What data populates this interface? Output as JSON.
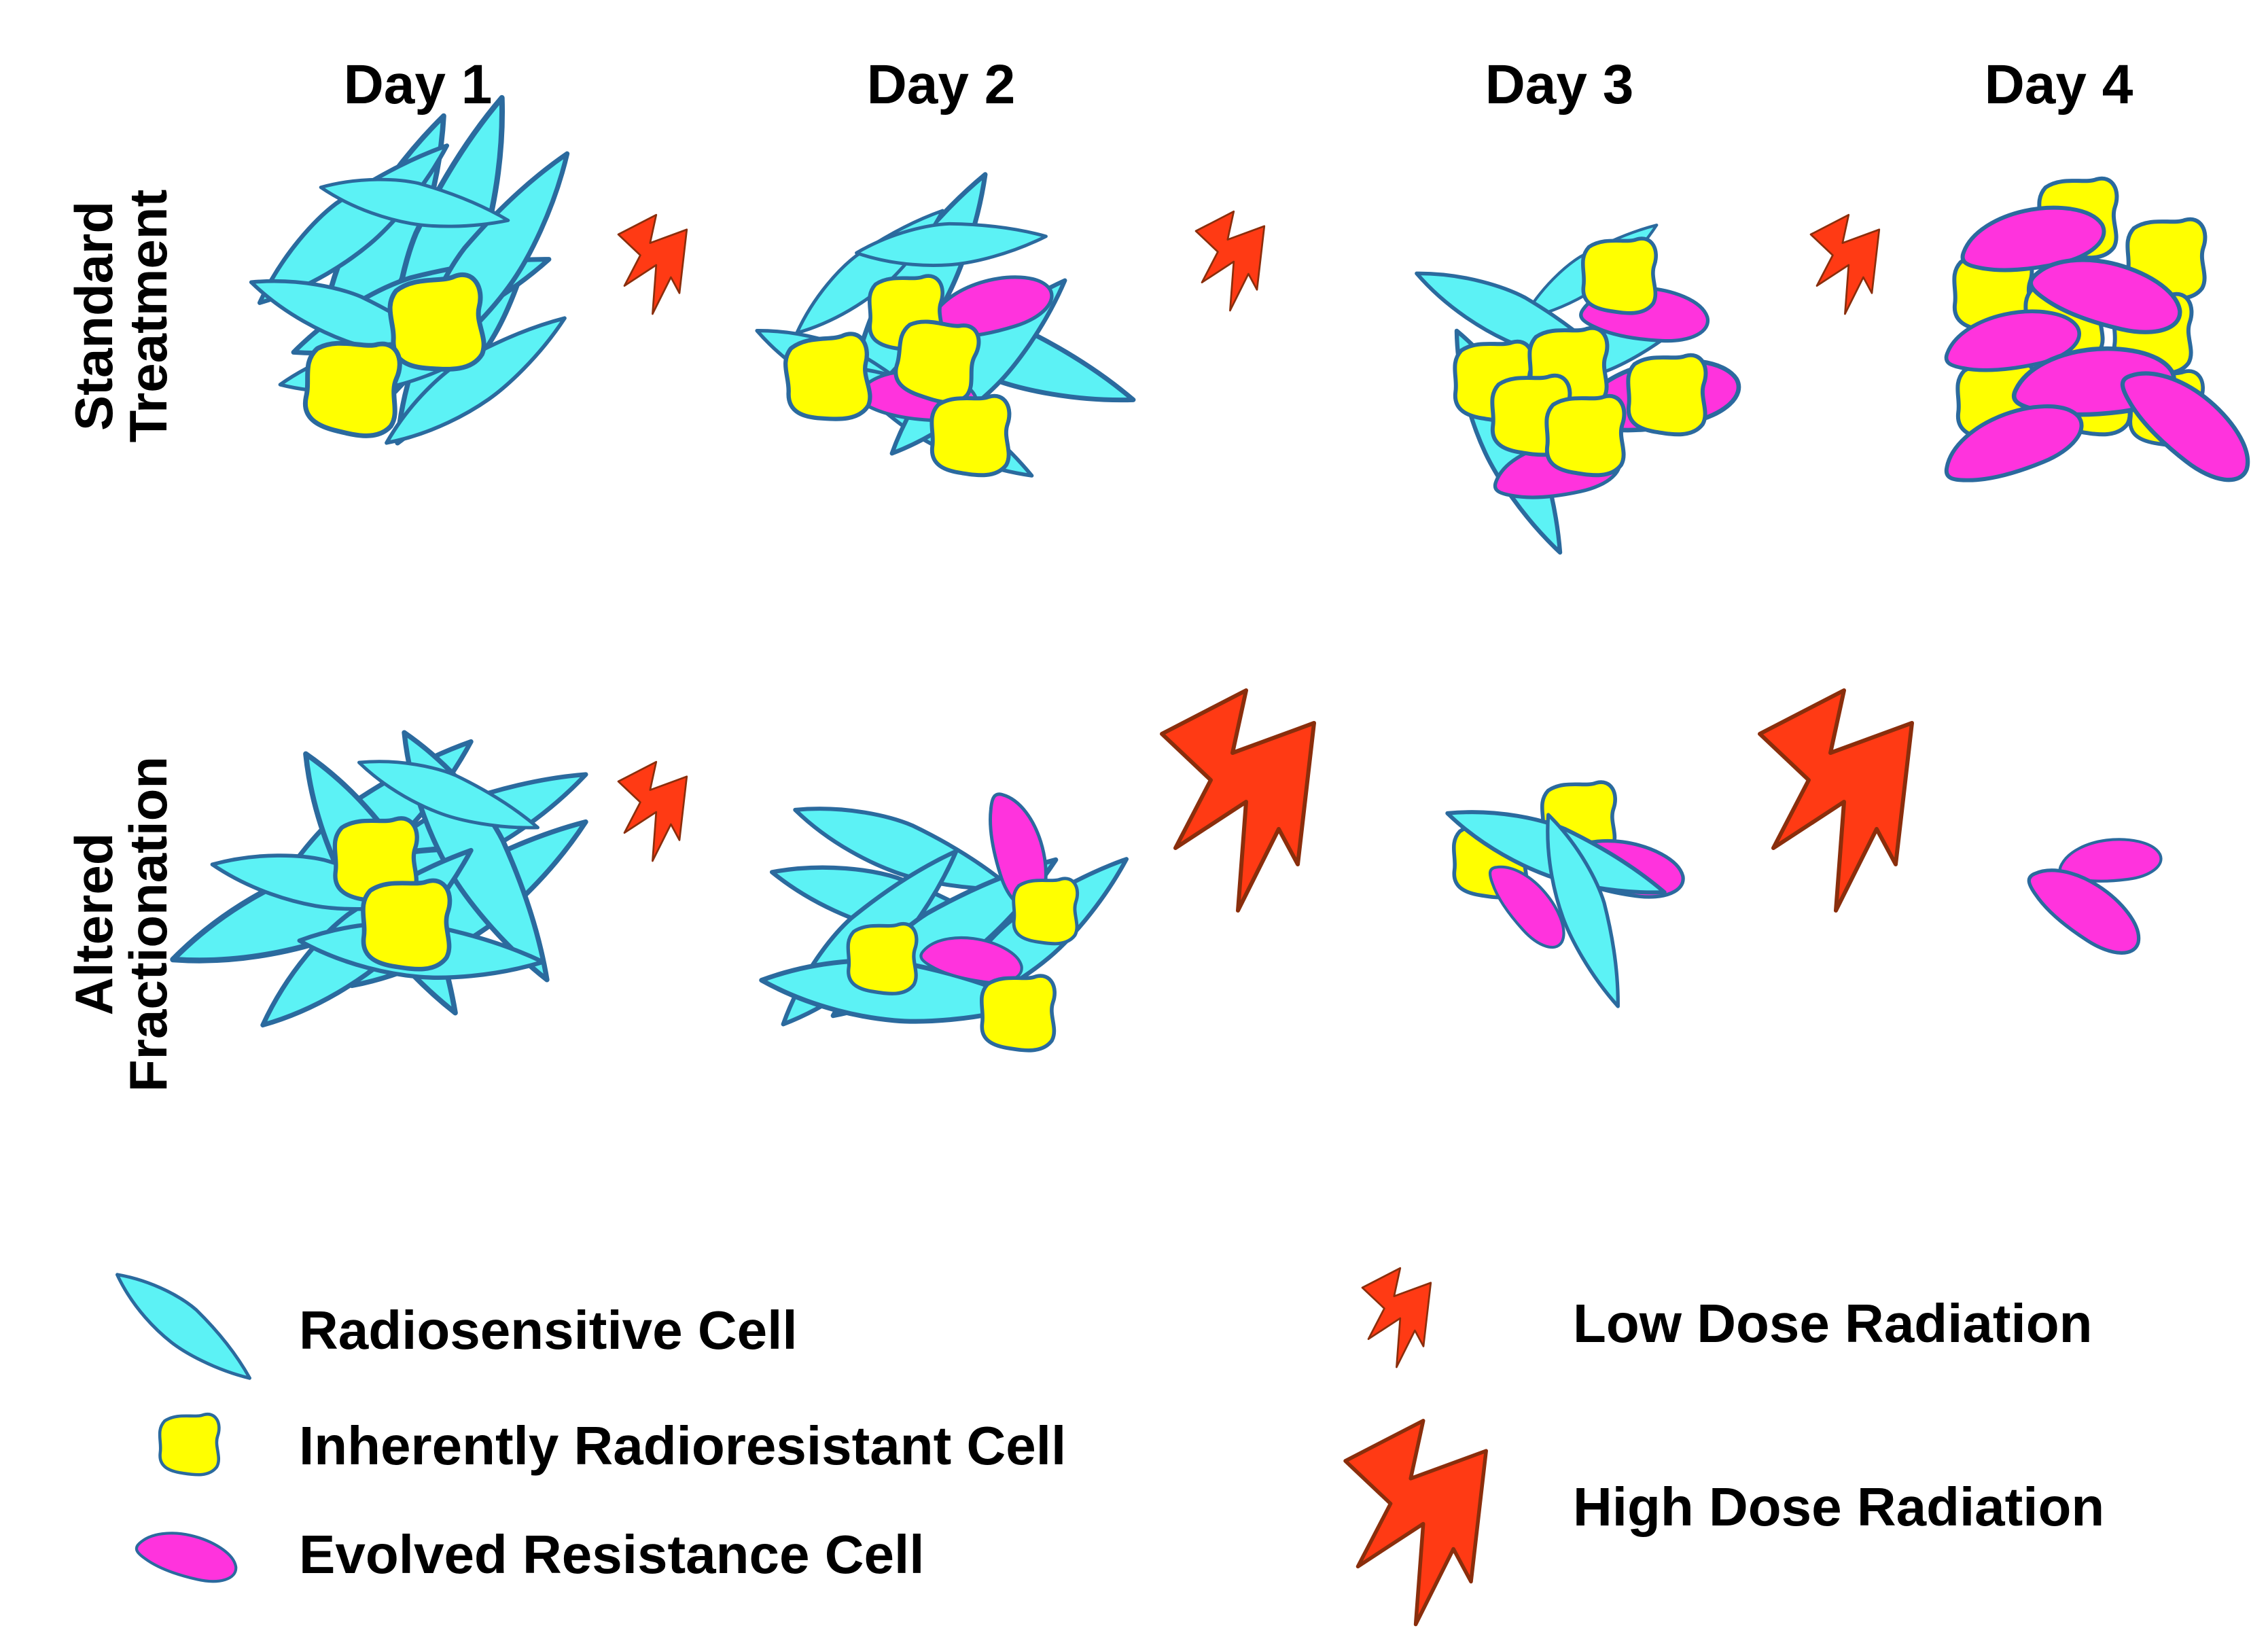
{
  "days": [
    "Day 1",
    "Day 2",
    "Day 3",
    "Day 4"
  ],
  "rows": [
    {
      "line1": "Standard",
      "line2": "Treatment",
      "doses": [
        "low",
        "low",
        "low"
      ]
    },
    {
      "line1": "Altered",
      "line2": "Fractionation",
      "doses": [
        "low",
        "high",
        "high"
      ]
    }
  ],
  "legend": {
    "radiosensitive": "Radiosensitive Cell",
    "inherent": "Inherently Radioresistant Cell",
    "evolved": "Evolved Resistance Cell",
    "low_dose": "Low Dose Radiation",
    "high_dose": "High Dose Radiation"
  },
  "colors": {
    "radiosensitive": "#5CF2F5",
    "inherent": "#FFFF00",
    "evolved": "#FF33DD",
    "outline": "#2B6A9E",
    "bolt": "#FF3A14",
    "bolt_outline": "#8A2E0C"
  }
}
